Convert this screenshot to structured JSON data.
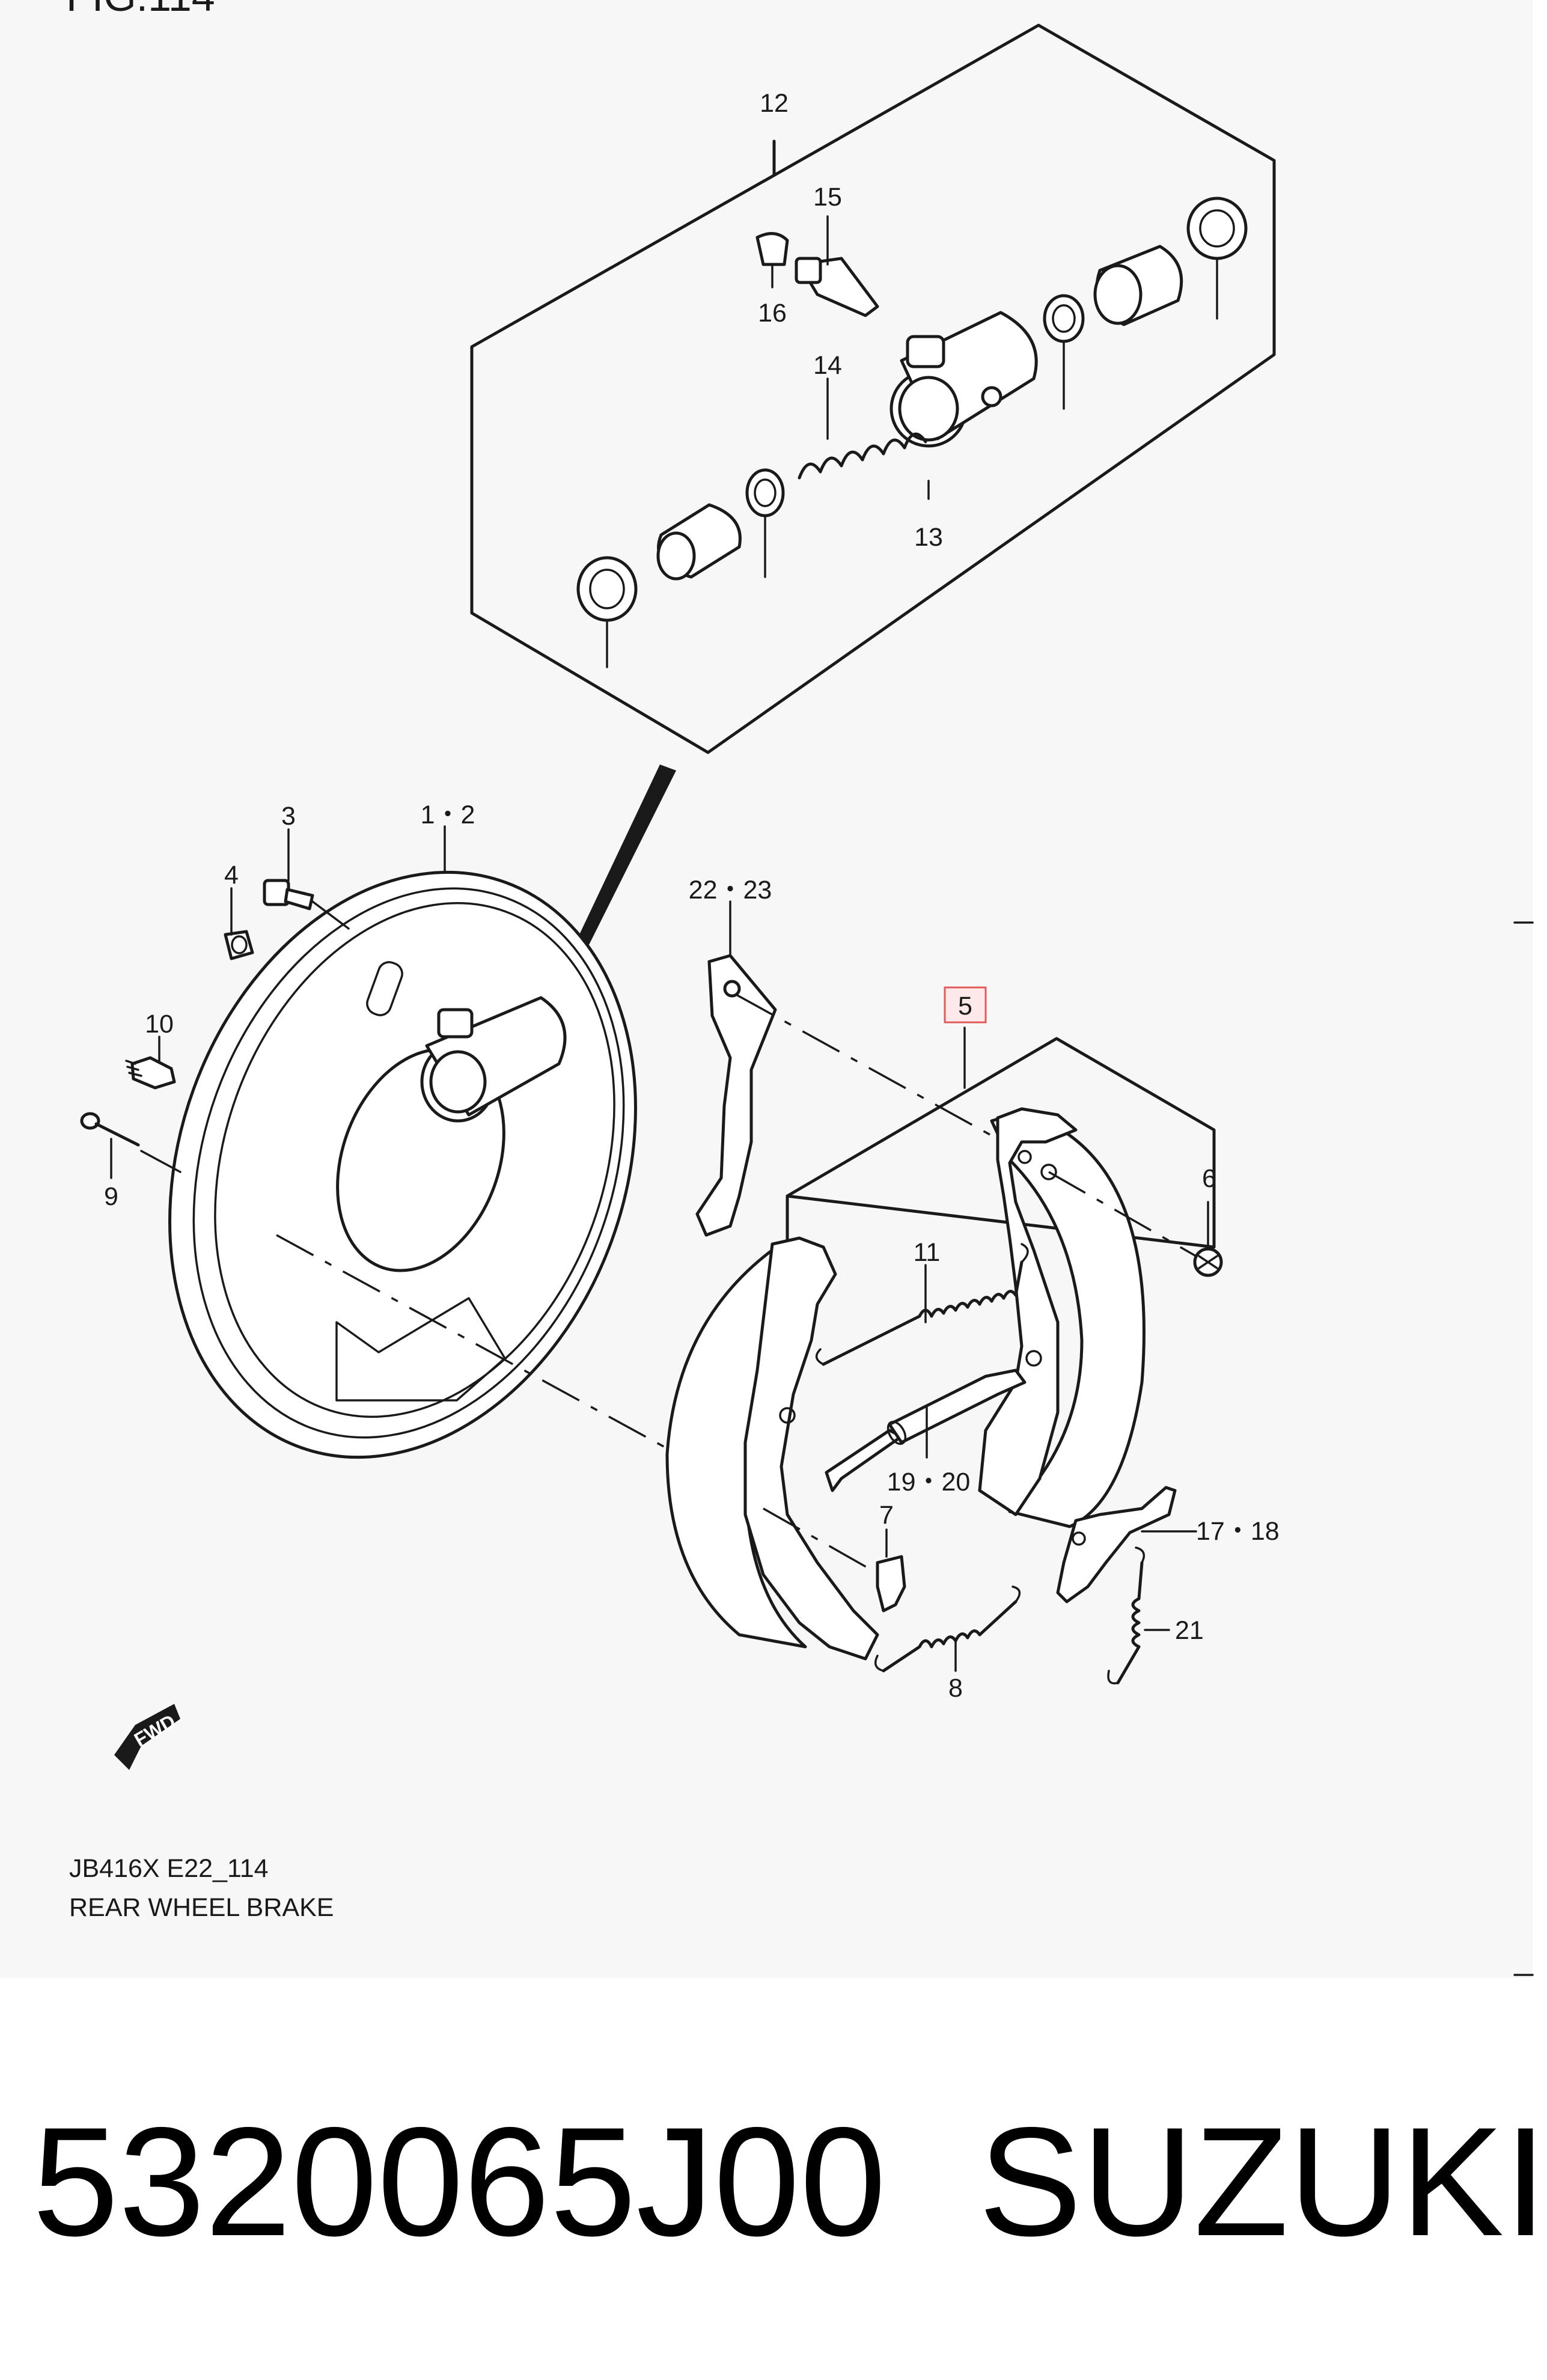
{
  "header": {
    "fig_label": "FIG.114"
  },
  "callouts": {
    "c12": "12",
    "c15": "15",
    "c16": "16",
    "c14": "14",
    "c13": "13",
    "c3": "3",
    "c1_2": "1・2",
    "c4": "4",
    "c10": "10",
    "c9": "9",
    "c22_23": "22・23",
    "c5": "5",
    "c6": "6",
    "c11": "11",
    "c19_20": "19・20",
    "c7": "7",
    "c17_18": "17・18",
    "c21": "21",
    "c8": "8"
  },
  "direction_badge": "FWD",
  "caption": {
    "code": "JB416X E22_114",
    "title": "REAR WHEEL BRAKE"
  },
  "footer": {
    "part_number": "5320065J00",
    "brand": "SUZUKI"
  },
  "colors": {
    "highlight_box": "#e05a5a",
    "line": "#1a1a1a",
    "sheet_background": "#f7f7f7"
  }
}
